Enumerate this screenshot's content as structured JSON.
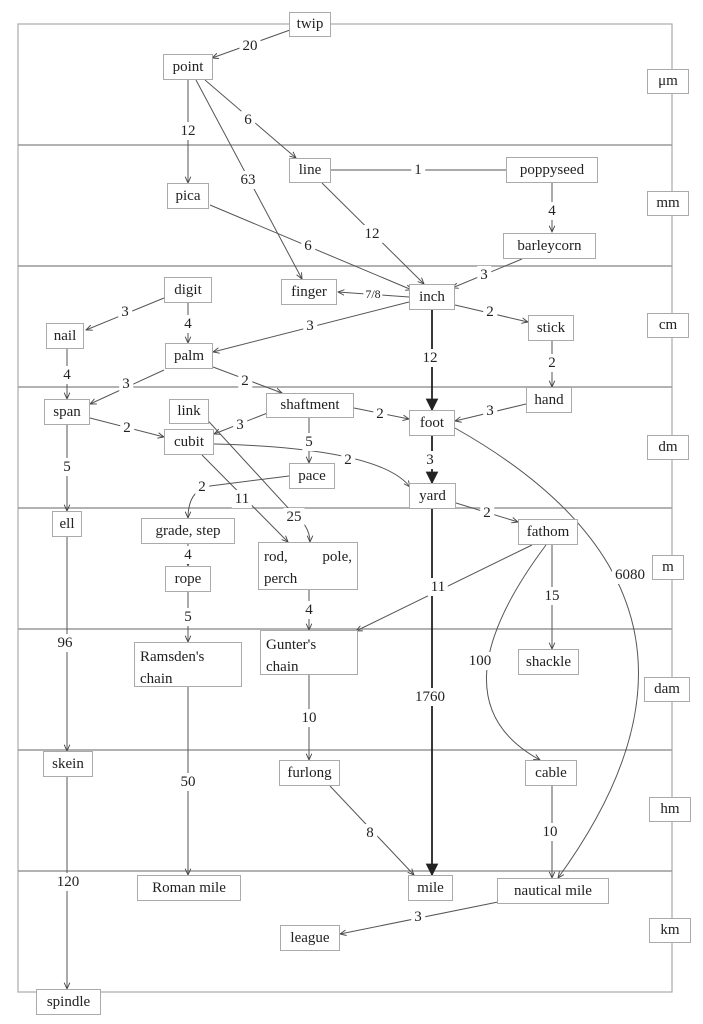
{
  "units": [
    "μm",
    "mm",
    "cm",
    "dm",
    "m",
    "dam",
    "hm",
    "km"
  ],
  "nodes": [
    {
      "id": "twip",
      "label": "twip"
    },
    {
      "id": "point",
      "label": "point"
    },
    {
      "id": "line",
      "label": "line"
    },
    {
      "id": "poppyseed",
      "label": "poppyseed"
    },
    {
      "id": "pica",
      "label": "pica"
    },
    {
      "id": "barleycorn",
      "label": "barleycorn"
    },
    {
      "id": "digit",
      "label": "digit"
    },
    {
      "id": "finger",
      "label": "finger"
    },
    {
      "id": "inch",
      "label": "inch"
    },
    {
      "id": "nail",
      "label": "nail"
    },
    {
      "id": "stick",
      "label": "stick"
    },
    {
      "id": "palm",
      "label": "palm"
    },
    {
      "id": "span",
      "label": "span"
    },
    {
      "id": "link",
      "label": "link"
    },
    {
      "id": "shaftment",
      "label": "shaftment"
    },
    {
      "id": "foot",
      "label": "foot"
    },
    {
      "id": "hand",
      "label": "hand"
    },
    {
      "id": "cubit",
      "label": "cubit"
    },
    {
      "id": "pace",
      "label": "pace"
    },
    {
      "id": "yard",
      "label": "yard"
    },
    {
      "id": "ell",
      "label": "ell"
    },
    {
      "id": "grade",
      "label": "grade, step"
    },
    {
      "id": "rod",
      "label": "rod, pole, perch"
    },
    {
      "id": "fathom",
      "label": "fathom"
    },
    {
      "id": "rope",
      "label": "rope"
    },
    {
      "id": "ramsden",
      "label": "Ramsden's chain"
    },
    {
      "id": "gunter",
      "label": "Gunter's chain"
    },
    {
      "id": "shackle",
      "label": "shackle"
    },
    {
      "id": "skein",
      "label": "skein"
    },
    {
      "id": "furlong",
      "label": "furlong"
    },
    {
      "id": "cable",
      "label": "cable"
    },
    {
      "id": "romanmile",
      "label": "Roman mile"
    },
    {
      "id": "mile",
      "label": "mile"
    },
    {
      "id": "nauticalmile",
      "label": "nautical mile"
    },
    {
      "id": "league",
      "label": "league"
    },
    {
      "id": "spindle",
      "label": "spindle"
    }
  ],
  "edges": [
    {
      "from": "twip",
      "to": "point",
      "label": "20"
    },
    {
      "from": "point",
      "to": "pica",
      "label": "12"
    },
    {
      "from": "point",
      "to": "line",
      "label": "6"
    },
    {
      "from": "point",
      "to": "finger",
      "label": "63"
    },
    {
      "from": "line",
      "to": "poppyseed",
      "label": "1"
    },
    {
      "from": "poppyseed",
      "to": "barleycorn",
      "label": "4"
    },
    {
      "from": "pica",
      "to": "inch",
      "label": "6"
    },
    {
      "from": "line",
      "to": "inch",
      "label": "12"
    },
    {
      "from": "barleycorn",
      "to": "inch",
      "label": "3"
    },
    {
      "from": "inch",
      "to": "finger",
      "label": "7/8"
    },
    {
      "from": "inch",
      "to": "stick",
      "label": "2"
    },
    {
      "from": "inch",
      "to": "palm",
      "label": "3"
    },
    {
      "from": "inch",
      "to": "foot",
      "label": "12"
    },
    {
      "from": "stick",
      "to": "hand",
      "label": "2"
    },
    {
      "from": "digit",
      "to": "nail",
      "label": "3"
    },
    {
      "from": "digit",
      "to": "palm",
      "label": "4"
    },
    {
      "from": "palm",
      "to": "span",
      "label": "3"
    },
    {
      "from": "palm",
      "to": "shaftment",
      "label": "2"
    },
    {
      "from": "nail",
      "to": "span",
      "label": "4"
    },
    {
      "from": "span",
      "to": "cubit",
      "label": "2"
    },
    {
      "from": "shaftment",
      "to": "cubit",
      "label": "3"
    },
    {
      "from": "shaftment",
      "to": "foot",
      "label": "2"
    },
    {
      "from": "hand",
      "to": "foot",
      "label": "3"
    },
    {
      "from": "shaftment",
      "to": "pace",
      "label": "5"
    },
    {
      "from": "cubit",
      "to": "yard",
      "label": "2"
    },
    {
      "from": "foot",
      "to": "yard",
      "label": "3"
    },
    {
      "from": "span",
      "to": "ell",
      "label": "5"
    },
    {
      "from": "pace",
      "to": "grade",
      "label": "2"
    },
    {
      "from": "cubit",
      "to": "rod",
      "label": "11"
    },
    {
      "from": "link",
      "to": "rod",
      "label": "25"
    },
    {
      "from": "yard",
      "to": "fathom",
      "label": "2"
    },
    {
      "from": "grade",
      "to": "rope",
      "label": "4"
    },
    {
      "from": "rope",
      "to": "ramsden",
      "label": "5"
    },
    {
      "from": "rod",
      "to": "gunter",
      "label": "4"
    },
    {
      "from": "fathom",
      "to": "gunter",
      "label": "11"
    },
    {
      "from": "yard",
      "to": "mile",
      "label": "1760"
    },
    {
      "from": "fathom",
      "to": "shackle",
      "label": "15"
    },
    {
      "from": "fathom",
      "to": "cable",
      "label": "100"
    },
    {
      "from": "foot",
      "to": "nauticalmile",
      "label": "6080"
    },
    {
      "from": "ell",
      "to": "skein",
      "label": "96"
    },
    {
      "from": "gunter",
      "to": "furlong",
      "label": "10"
    },
    {
      "from": "ramsden",
      "to": "romanmile",
      "label": "50"
    },
    {
      "from": "furlong",
      "to": "mile",
      "label": "8"
    },
    {
      "from": "cable",
      "to": "nauticalmile",
      "label": "10"
    },
    {
      "from": "skein",
      "to": "spindle",
      "label": "120"
    },
    {
      "from": "nauticalmile",
      "to": "league",
      "label": "3"
    }
  ],
  "colors": {
    "box_border": "#aaaaaa",
    "band_line": "#999999",
    "edge": "#555555",
    "edge_bold": "#222222"
  }
}
